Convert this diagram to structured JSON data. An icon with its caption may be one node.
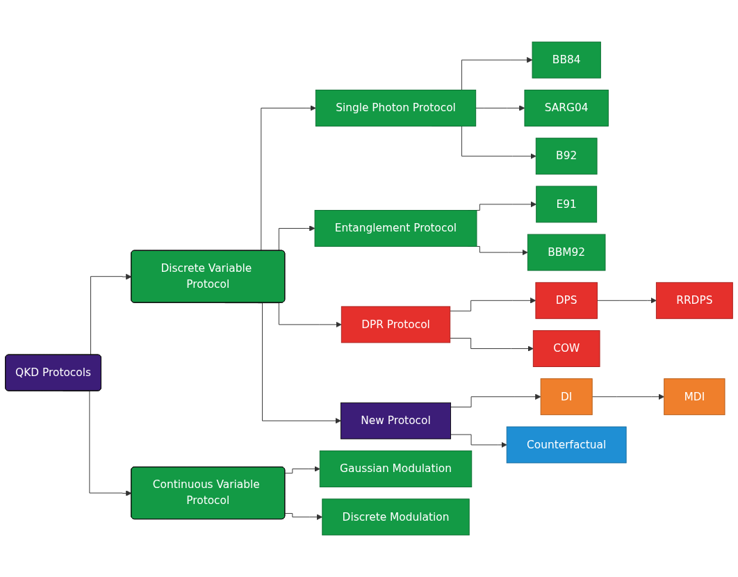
{
  "diagram": {
    "nodes": [
      {
        "text": [
          "QKD Protocols"
        ]
      },
      {
        "text": [
          "Discrete Variable Protocol"
        ]
      },
      {
        "text": [
          "Single Photon Protocol"
        ]
      },
      {
        "text": [
          "BB84"
        ]
      },
      {
        "text": [
          "SARG04"
        ]
      },
      {
        "text": [
          "B92"
        ]
      },
      {
        "text": [
          "Entanglement Protocol"
        ]
      },
      {
        "text": [
          "E91"
        ]
      },
      {
        "text": [
          "BBM92"
        ]
      },
      {
        "text": [
          "DPR Protocol"
        ]
      },
      {
        "text": [
          "DPS"
        ]
      },
      {
        "text": [
          "RRDPS"
        ]
      },
      {
        "text": [
          "COW"
        ]
      },
      {
        "text": [
          "New Protocol"
        ]
      },
      {
        "text": [
          "DI"
        ]
      },
      {
        "text": [
          "MDI"
        ]
      },
      {
        "text": [
          "Counterfactual"
        ]
      },
      {
        "text": [
          "Continuous Variable Protocol"
        ]
      },
      {
        "text": [
          "Gaussian Modulation"
        ]
      },
      {
        "text": [
          "Discrete Modulation"
        ]
      }
    ],
    "edges": [
      {
        "from": 0,
        "to": 1,
        "arrow": "to"
      },
      {
        "from": 0,
        "to": 17,
        "arrow": "to"
      },
      {
        "from": 1,
        "to": 2,
        "arrow": "to"
      },
      {
        "from": 1,
        "to": 6,
        "arrow": "to"
      },
      {
        "from": 1,
        "to": 9,
        "arrow": "to"
      },
      {
        "from": 1,
        "to": 13,
        "arrow": "to"
      },
      {
        "from": 2,
        "to": 3,
        "arrow": "to"
      },
      {
        "from": 2,
        "to": 4,
        "arrow": "to"
      },
      {
        "from": 2,
        "to": 5,
        "arrow": "to"
      },
      {
        "from": 6,
        "to": 7,
        "arrow": "to"
      },
      {
        "from": 6,
        "to": 8,
        "arrow": "to"
      },
      {
        "from": 9,
        "to": 10,
        "arrow": "to"
      },
      {
        "from": 10,
        "to": 11,
        "arrow": "to"
      },
      {
        "from": 9,
        "to": 12,
        "arrow": "to"
      },
      {
        "from": 13,
        "to": 14,
        "arrow": "to"
      },
      {
        "from": 14,
        "to": 15,
        "arrow": "to"
      },
      {
        "from": 13,
        "to": 16,
        "arrow": "to"
      },
      {
        "from": 17,
        "to": 18,
        "arrow": "to"
      },
      {
        "from": 17,
        "to": 19,
        "arrow": "to"
      }
    ]
  }
}
